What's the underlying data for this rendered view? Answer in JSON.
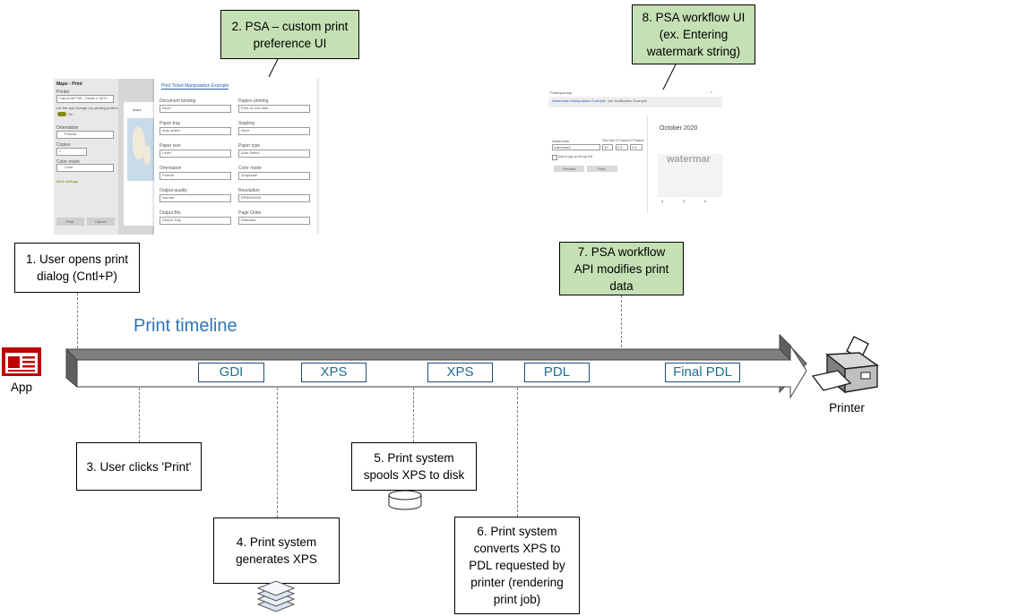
{
  "timeline": {
    "title": "Print timeline",
    "stages": [
      "GDI",
      "XPS",
      "XPS",
      "PDL",
      "Final PDL"
    ]
  },
  "app": {
    "label": "App",
    "icon": "app-window-icon"
  },
  "printer": {
    "label": "Printer",
    "icon": "printer-icon"
  },
  "steps": {
    "s1": [
      "1. User opens print",
      "dialog (Cntl+P)"
    ],
    "s2": [
      "2. PSA – custom print",
      "preference UI"
    ],
    "s3": [
      "3. User clicks 'Print'"
    ],
    "s4": [
      "4. Print system",
      "generates XPS"
    ],
    "s5": [
      "5. Print system",
      "spools XPS to disk"
    ],
    "s6": [
      "6. Print system",
      "converts XPS to",
      "PDL requested by",
      "printer (rendering",
      "print job)"
    ],
    "s7": [
      "7. PSA workflow",
      "API modifies print",
      "data"
    ],
    "s8": [
      "8. PSA workflow UI",
      "(ex. Entering",
      "watermark string)"
    ]
  },
  "icons": {
    "disk": "disk-icon",
    "pages": "stacked-pages-icon"
  },
  "print_dialog": {
    "title": "Maps - Print",
    "printer_label": "Printer",
    "printer_value": "Canon MF735 - Studio 4 3274...",
    "pref_text": "Let the app change my printing preferences",
    "toggle_text": "On",
    "orientation_label": "Orientation",
    "orientation_value": "Portrait",
    "copies_label": "Copies",
    "copies_value": "1",
    "color_label": "Color mode",
    "color_value": "Color",
    "more_settings": "More settings",
    "print_btn": "Print",
    "cancel_btn": "Cancel",
    "preview_tab": "Maps",
    "ptm_title": "Print Ticket Manipulation Example",
    "fields": [
      {
        "label": "Document binding",
        "value": "None"
      },
      {
        "label": "Duplex printing",
        "value": "Print on one side"
      },
      {
        "label": "Paper tray",
        "value": "Auto select"
      },
      {
        "label": "Stapling",
        "value": "None"
      },
      {
        "label": "Paper size",
        "value": "Letter"
      },
      {
        "label": "Paper type",
        "value": "Auto Select"
      },
      {
        "label": "Orientation",
        "value": "Portrait"
      },
      {
        "label": "Color mode",
        "value": "Grayscale"
      },
      {
        "label": "Output quality",
        "value": "Normal"
      },
      {
        "label": "Resolution",
        "value": "DPI600x600"
      },
      {
        "label": "Output Bin",
        "value": "Output Tray"
      },
      {
        "label": "Page Order",
        "value": "Standard"
      }
    ]
  },
  "workflow_ui": {
    "title": "Printtopicmap",
    "tab1": "Watermark Manipulation Example",
    "tab2": "Job Notification Example",
    "watermark_label": "Watermark",
    "watermark_value": "watermark",
    "textsize_label": "Text Size",
    "textsize_value": "30",
    "xpos_label": "X Position",
    "xpos_value": "0.5",
    "ypos_label": "Y Position",
    "ypos_value": "0.5",
    "logo_text": "Add a logo at the top left",
    "preview_btn": "Preview",
    "print_btn": "Print",
    "calendar_title": "October 2020",
    "watermark_preview": "watermar",
    "cal_days": [
      "4",
      "5",
      "6"
    ]
  }
}
